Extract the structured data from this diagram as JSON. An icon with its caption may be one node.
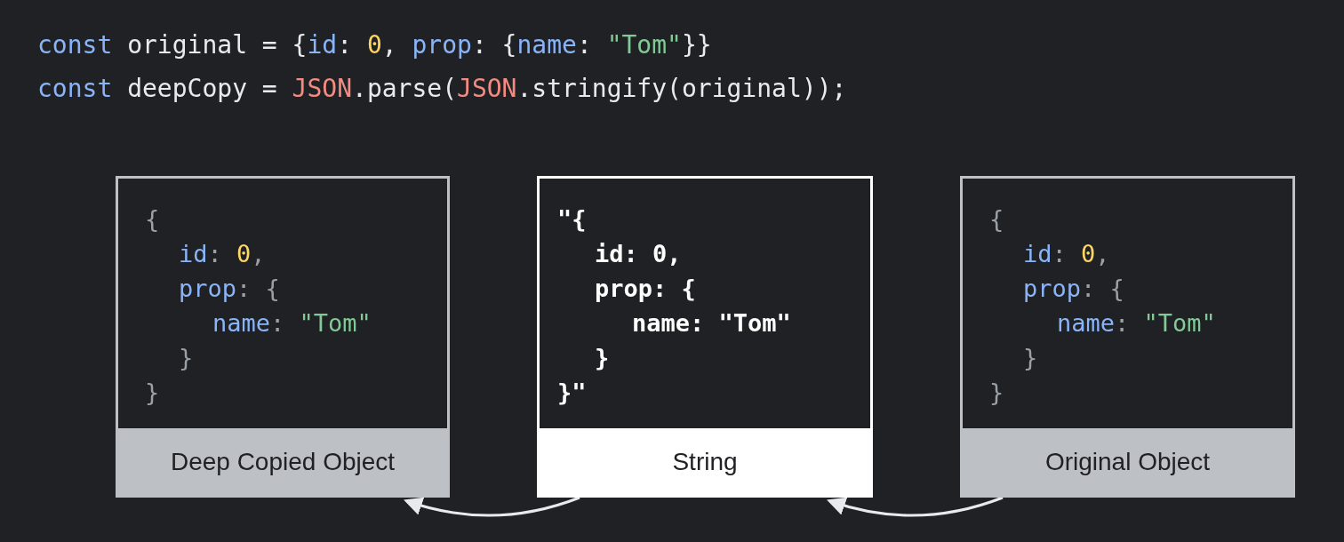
{
  "diagram": {
    "nodes": [
      {
        "text": [
          "{",
          "id: 0,",
          "prop: {",
          "name: \"Tom\"",
          "}",
          "}",
          "Deep Copied Object"
        ]
      },
      {
        "text": [
          "\"{",
          "id: 0,",
          "prop: {",
          "name: \"Tom\"",
          "}",
          "}\"",
          "String"
        ]
      },
      {
        "text": [
          "{",
          "id: 0,",
          "prop: {",
          "name: \"Tom\"",
          "}",
          "}",
          "Original Object"
        ]
      }
    ],
    "edges": [
      {
        "from": 1,
        "to": 0,
        "arrow": "to"
      },
      {
        "from": 2,
        "to": 1,
        "arrow": "to"
      }
    ],
    "labels": [
      "const original = {id: 0, prop: {name: \"Tom\"}}",
      "const deepCopy = JSON.parse(JSON.stringify(original));"
    ]
  }
}
